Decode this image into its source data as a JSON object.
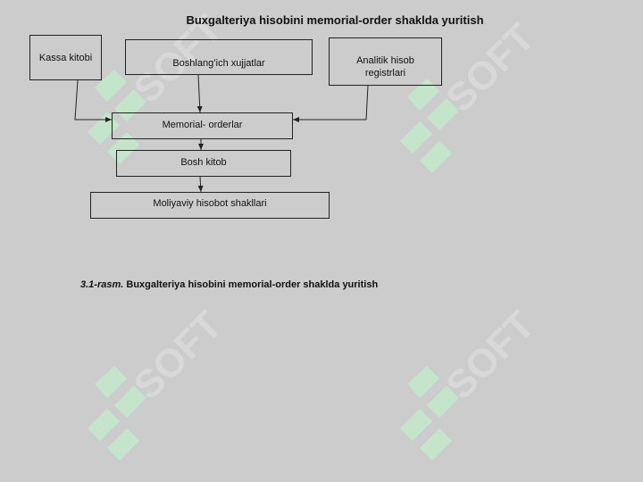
{
  "title": "Buxgalteriya hisobini memorial-order shaklda yuritish",
  "boxes": {
    "kassa": "Kassa kitobi",
    "boshlang": "Boshlang’ich xujjatlar",
    "analitik": "Analitik hisob\nregistrlari",
    "memorial": "Memorial- orderlar",
    "bosh": "Bosh kitob",
    "moliya": "Moliyaviy  hisobot shakllari"
  },
  "caption": {
    "number": "3.1-rasm.",
    "text": " Buxgalteriya hisobini memorial-order shaklda yuritish"
  },
  "watermark": {
    "text": "SOFT",
    "color": "#c6e3cc"
  },
  "colors": {
    "background": "#cccccc",
    "line": "#222222"
  }
}
